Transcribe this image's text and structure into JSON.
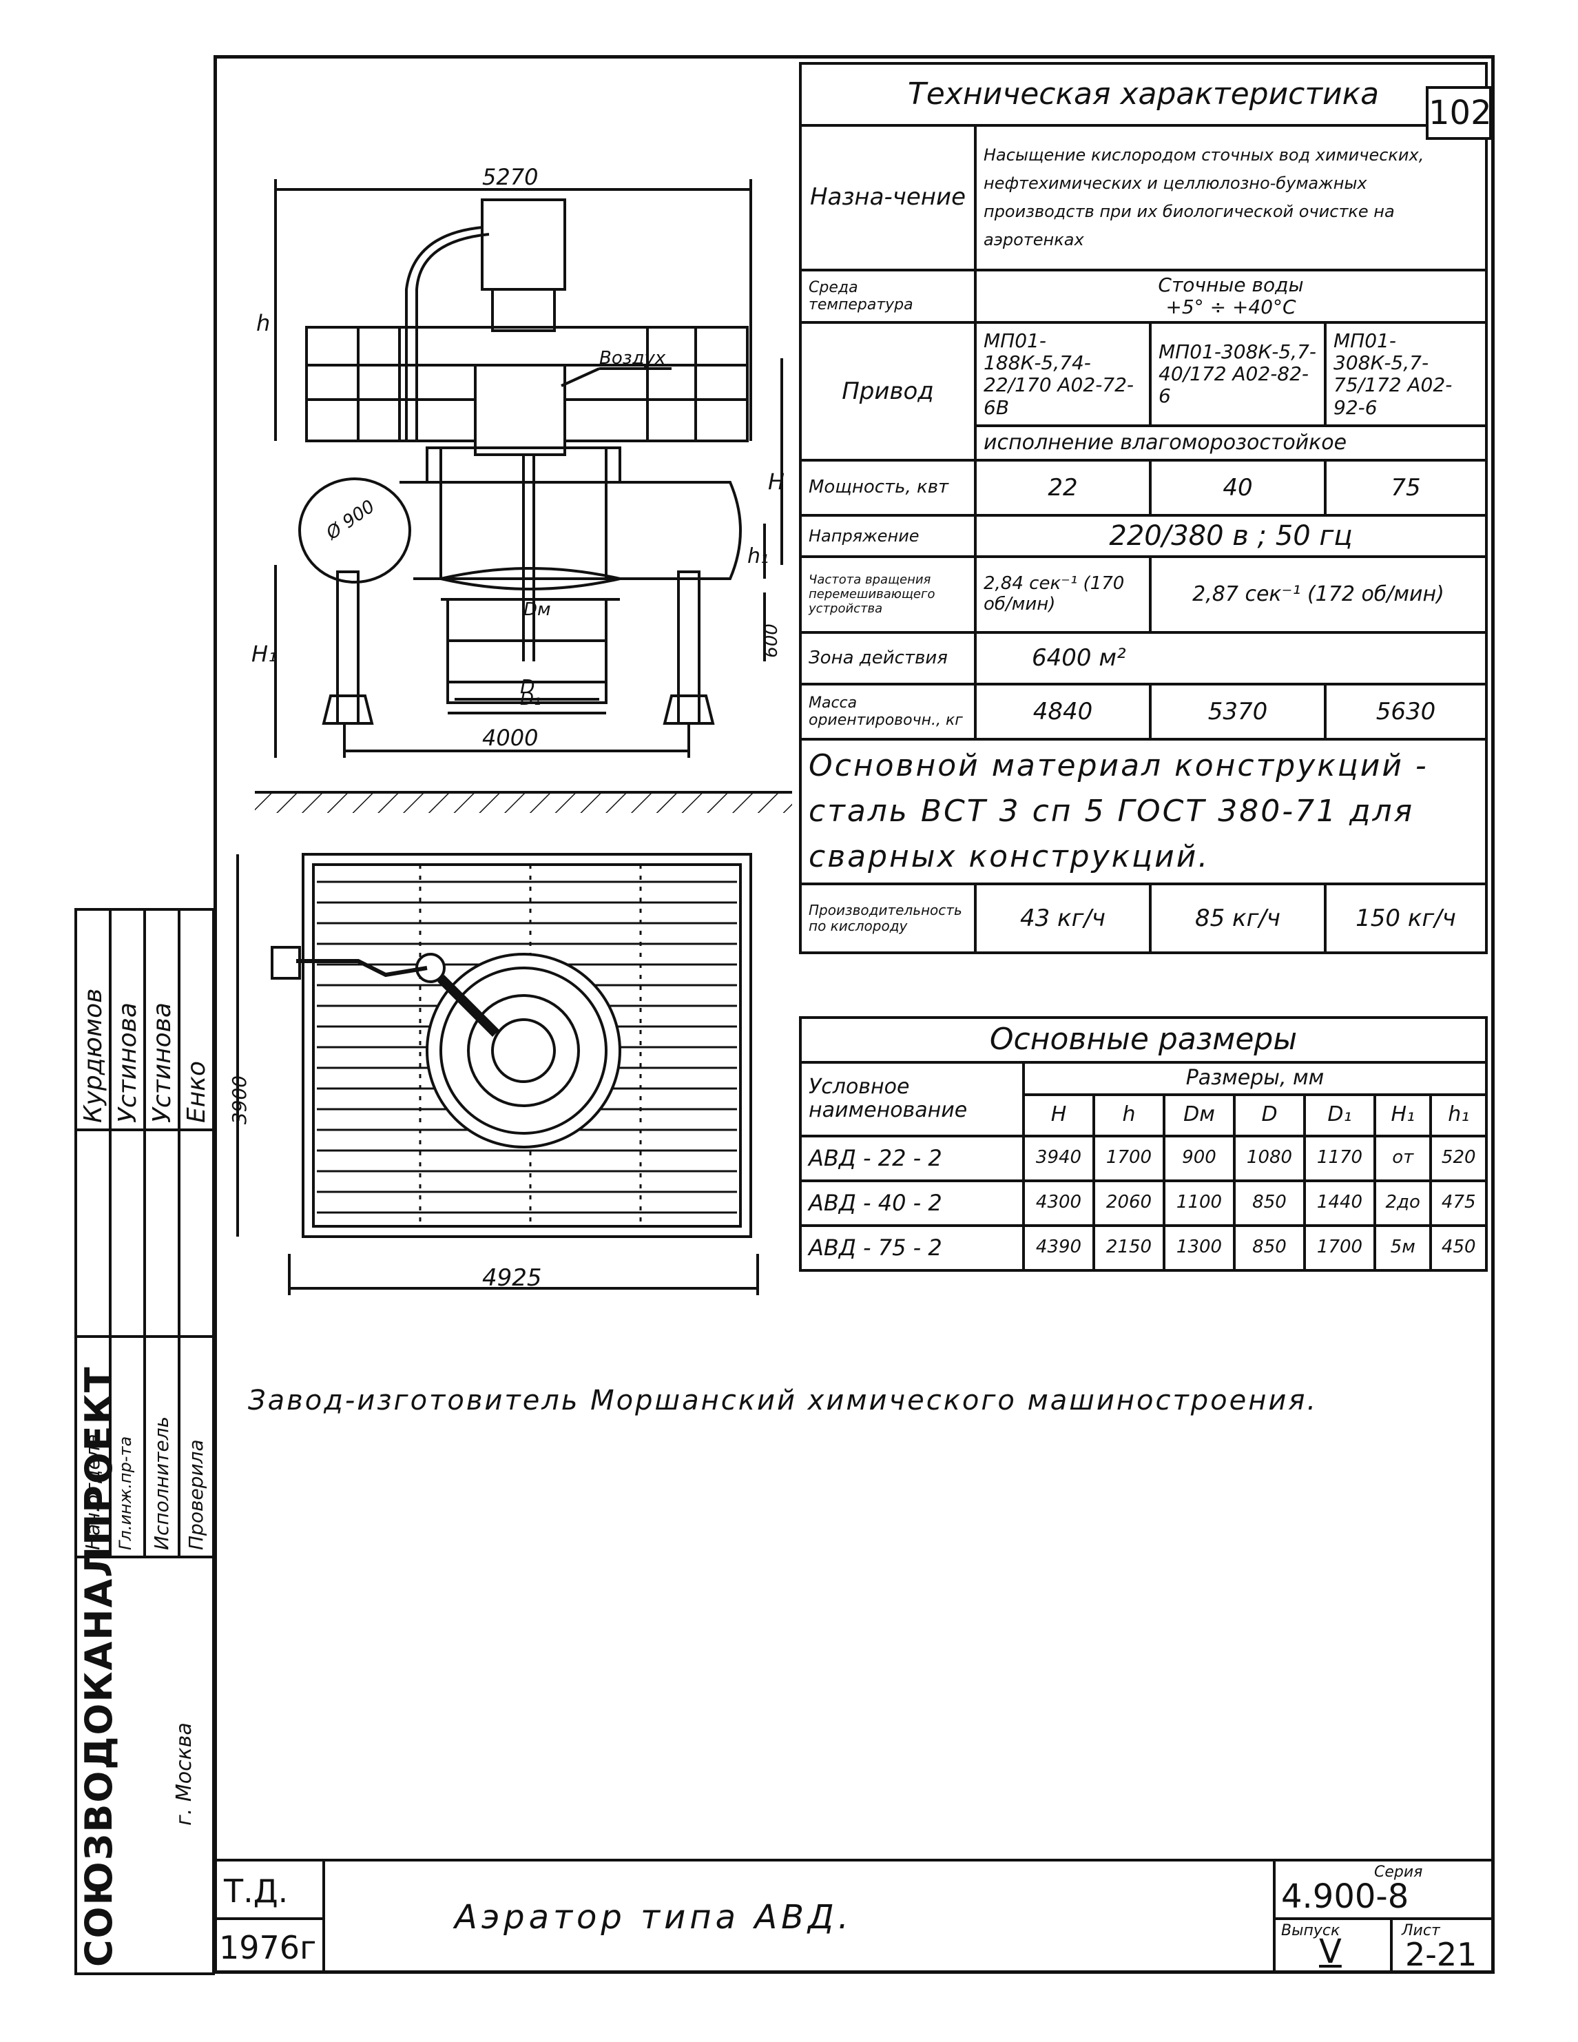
{
  "sheet": {
    "number": "102",
    "manufacturer_note": "Завод-изготовитель Моршанский химического машиностроения.",
    "title": "Аэратор типа АВД."
  },
  "tech": {
    "header": "Техническая характеристика",
    "purpose_label": "Назна-чение",
    "purpose_text": "Насыщение кислородом сточных вод химических, нефтехимических и целлюлозно-бумажных производств при их биологической очистке на аэротенках",
    "medium_label": "Среда температура",
    "medium_line1": "Сточные воды",
    "medium_line2": "+5° ÷ +40°С",
    "drive_label": "Привод",
    "drive_cells": [
      "МП01-188К-5,74-22/170 А02-72-6В",
      "МП01-308К-5,7-40/172 А02-82-6",
      "МП01-308К-5,7-75/172 А02-92-6"
    ],
    "drive_note": "исполнение влагоморозостойкое",
    "power_label": "Мощность, квт",
    "power_values": [
      "22",
      "40",
      "75"
    ],
    "voltage_label": "Напряжение",
    "voltage_value": "220/380 в ;   50 гц",
    "rpm_label": "Частота вращения перемешивающего устройства",
    "rpm_value1": "2,84 сек⁻¹ (170 об/мин)",
    "rpm_value2": "2,87 сек⁻¹ (172 об/мин)",
    "zone_label": "Зона действия",
    "zone_value": "6400 м²",
    "mass_label": "Масса ориентировочн., кг",
    "mass_values": [
      "4840",
      "5370",
      "5630"
    ],
    "material_text": "Основной материал конструкций - сталь ВСТ 3 сп 5 ГОСТ 380-71 для сварных конструкций.",
    "productivity_label": "Производительность по кислороду",
    "productivity_values": [
      "43 кг/ч",
      "85 кг/ч",
      "150 кг/ч"
    ]
  },
  "dims": {
    "header": "Основные размеры",
    "name_col": "Условное наименование",
    "sizes_header": "Размеры, мм",
    "columns": [
      "H",
      "h",
      "Dм",
      "D",
      "D₁",
      "H₁",
      "h₁"
    ],
    "rows": [
      {
        "name": "АВД - 22 - 2",
        "values": [
          "3940",
          "1700",
          "900",
          "1080",
          "1170",
          "от",
          "520"
        ]
      },
      {
        "name": "АВД - 40 - 2",
        "values": [
          "4300",
          "2060",
          "1100",
          "850",
          "1440",
          "2до",
          "475"
        ]
      },
      {
        "name": "АВД - 75 - 2",
        "values": [
          "4390",
          "2150",
          "1300",
          "850",
          "1700",
          "5м",
          "450"
        ]
      }
    ]
  },
  "drawing": {
    "width_top": "5270",
    "label_h": "h",
    "label_H": "H",
    "label_h1": "h₁",
    "label_H1": "H₁",
    "air_label": "Воздух",
    "diam_label": "Ø 900",
    "label_Dm": "Dм",
    "label_D": "D",
    "label_D1": "D₁",
    "dim_600": "600",
    "base_width": "4000",
    "plan_height": "3900",
    "plan_width": "4925"
  },
  "side_block": {
    "org": "СОЮЗВОДОКАНАЛПРОЕКТ",
    "city": "г. Москва",
    "roles": [
      "Нач.отдела",
      "Гл.инж.пр-та",
      "Исполнитель",
      "Проверила"
    ],
    "names": [
      "Курдюмов",
      "Устинова",
      "Устинова",
      "Енко"
    ]
  },
  "title_block": {
    "td": "Т.Д.",
    "year": "1976г",
    "series_label": "Серия",
    "series": "4.900-8",
    "issue_label": "Выпуск",
    "issue": "V",
    "sheet_label": "Лист",
    "sheet": "2-21"
  }
}
